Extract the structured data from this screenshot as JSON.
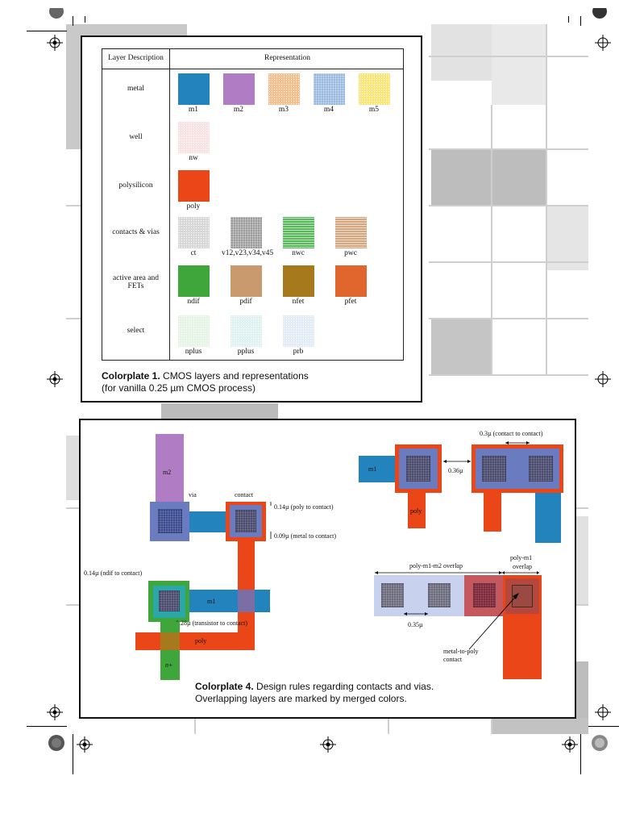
{
  "colorplate1": {
    "header_layer": "Layer Description",
    "header_repr": "Representation",
    "rows": [
      {
        "label": "metal",
        "swatches": [
          {
            "name": "m1",
            "color": "#2384bd",
            "pattern": "solid"
          },
          {
            "name": "m2",
            "color": "#b07dc4",
            "pattern": "solid"
          },
          {
            "name": "m3",
            "color": "#f6c08e",
            "pattern": "dots"
          },
          {
            "name": "m4",
            "color": "#98b8e0",
            "pattern": "grid"
          },
          {
            "name": "m5",
            "color": "#fbe67a",
            "pattern": "dots"
          }
        ]
      },
      {
        "label": "well",
        "swatches": [
          {
            "name": "nw",
            "color": "#f7e3e3",
            "pattern": "dots"
          }
        ]
      },
      {
        "label": "polysilicon",
        "swatches": [
          {
            "name": "poly",
            "color": "#ea4618",
            "pattern": "solid"
          }
        ]
      },
      {
        "label": "contacts & vias",
        "swatches": [
          {
            "name": "ct",
            "color": "#d8d8d8",
            "pattern": "dots"
          },
          {
            "name": "v12,v23,v34,v45",
            "color": "#9c9c9c",
            "pattern": "grid"
          },
          {
            "name": "nwc",
            "color": "#59b85c",
            "pattern": "lines"
          },
          {
            "name": "pwc",
            "color": "#d3a77f",
            "pattern": "lines"
          }
        ]
      },
      {
        "label": "active area and FETs",
        "swatches": [
          {
            "name": "ndif",
            "color": "#3ea63b",
            "pattern": "solid"
          },
          {
            "name": "pdif",
            "color": "#c99a6d",
            "pattern": "solid"
          },
          {
            "name": "nfet",
            "color": "#a67a1c",
            "pattern": "solid"
          },
          {
            "name": "pfet",
            "color": "#e1662e",
            "pattern": "solid"
          }
        ]
      },
      {
        "label": "select",
        "swatches": [
          {
            "name": "nplus",
            "color": "#e6f4e6",
            "pattern": "dots"
          },
          {
            "name": "pplus",
            "color": "#e0f1f2",
            "pattern": "dots"
          },
          {
            "name": "prb",
            "color": "#e3ebf6",
            "pattern": "dots"
          }
        ]
      }
    ],
    "caption_title": "Colorplate 1.",
    "caption_line1": "CMOS layers and representations",
    "caption_line2": "(for vanilla 0.25 µm CMOS process)"
  },
  "colorplate4": {
    "labels": {
      "m2": "m2",
      "via": "via",
      "contact": "contact",
      "poly_to_contact": "0.14µ (poly to contact)",
      "metal_to_contact": "0.09µ (metal to contact)",
      "ndif_to_contact": "0.14µ (ndif to contact)",
      "m1_left": "m1",
      "transistor_to_contact": "0.28µ (transistor to contact)",
      "poly_left": "poly",
      "nplus": "n+",
      "m1_right": "m1",
      "poly_right": "poly",
      "spacing_036": "0.36µ",
      "contact_to_contact": "0.3µ (contact to contact)",
      "poly_m1_m2_overlap": "poly-m1-m2 overlap",
      "poly_m1_overlap_1": "poly-m1",
      "poly_m1_overlap_2": "overlap",
      "spacing_035": "0.35µ",
      "metal_to_poly_1": "metal-to-poly",
      "metal_to_poly_2": "contact"
    },
    "caption_title": "Colorplate 4.",
    "caption_line1": "Design rules regarding contacts and vias.",
    "caption_line2": "Overlapping layers are marked by merged colors."
  },
  "colors": {
    "m1": "#2384bd",
    "m2": "#b07dc4",
    "poly": "#ea4618",
    "ndif": "#3ea63b",
    "via_fill": "#6a7bbf",
    "bg_gray": "#c8c8c8"
  }
}
